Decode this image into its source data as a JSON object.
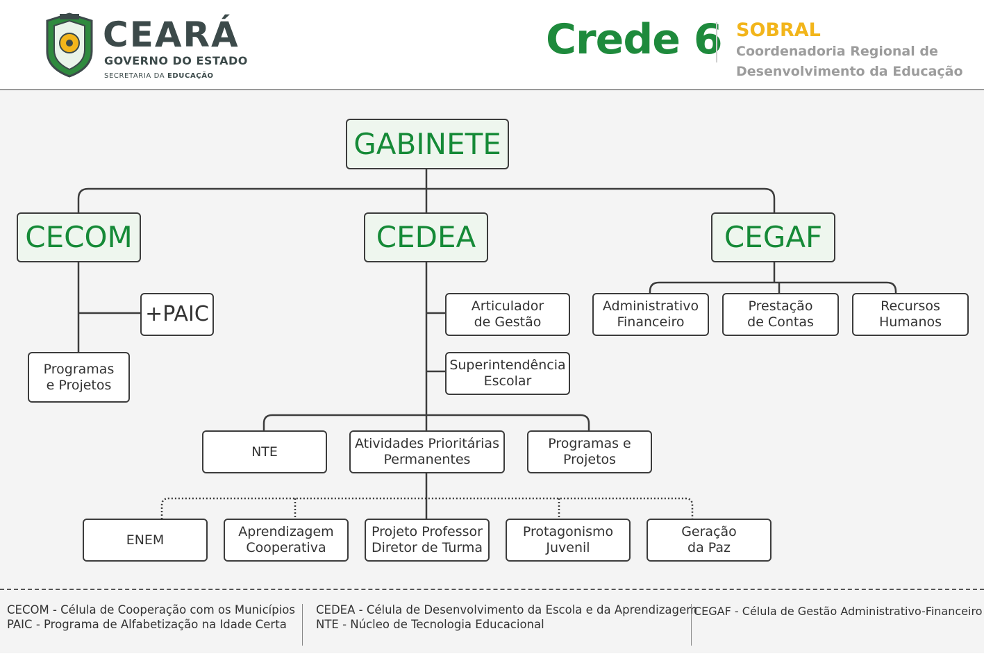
{
  "header": {
    "logo": {
      "name": "CEARÁ",
      "subtitle": "GOVERNO DO ESTADO",
      "secretaria": "SECRETARIA DA",
      "secretaria_bold": "EDUCAÇÃO"
    },
    "crede": "Crede 6",
    "city": "SOBRAL",
    "description": "Coordenadoria Regional de Desenvolvimento da Educação"
  },
  "colors": {
    "green": "#158a37",
    "yellow": "#f2b51b",
    "gray": "#9c9c9c",
    "box_fill": "#eef6ee"
  },
  "org": {
    "gabinete": "GABINETE",
    "cecom": "CECOM",
    "cedea": "CEDEA",
    "cegaf": "CEGAF",
    "paic": "+PAIC",
    "cecom_programas": "Programas\ne Projetos",
    "articulador": "Articulador\nde Gestão",
    "superintendencia": "Superintendência\nEscolar",
    "nte": "NTE",
    "atividades": "Atividades Prioritárias\nPermanentes",
    "cedea_programas": "Programas e\nProjetos",
    "enem": "ENEM",
    "aprendizagem": "Aprendizagem\nCooperativa",
    "ppdt": "Projeto Professor\nDiretor de Turma",
    "protagonismo": "Protagonismo\nJuvenil",
    "geracao": "Geração\nda Paz",
    "administrativo": "Administrativo\nFinanceiro",
    "prestacao": "Prestação\nde Contas",
    "recursos": "Recursos\nHumanos"
  },
  "legend": {
    "cecom": {
      "abbr": "CECOM",
      "text": " - Célula de Cooperação com os Municípios"
    },
    "paic": {
      "abbr": "PAIC",
      "text": " - Programa de Alfabetização na Idade Certa"
    },
    "cedea": {
      "abbr": "CEDEA",
      "text": " - Célula de Desenvolvimento da Escola e da Aprendizagem"
    },
    "nte": {
      "abbr": "NTE",
      "text": " - Núcleo de Tecnologia Educacional"
    },
    "cegaf": {
      "abbr": "CEGAF",
      "text": " - Célula de Gestão Administrativo-Financeiro"
    }
  }
}
